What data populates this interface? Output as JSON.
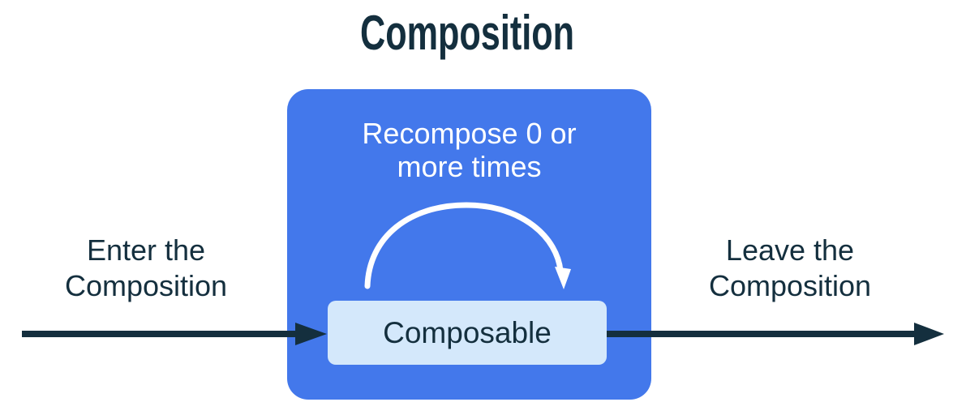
{
  "title": "Composition",
  "labels": {
    "enter": "Enter the\nComposition",
    "leave": "Leave the\nComposition",
    "recompose": "Recompose 0 or\nmore times",
    "composable": "Composable"
  },
  "icons": {
    "enter_arrow": "right-arrow",
    "exit_arrow": "right-arrow",
    "recompose_arrow": "curved-loop-arrow"
  },
  "colors": {
    "ink": "#142F3E",
    "accent": "#4378EB",
    "panel": "#D4E8FB",
    "arc": "#FFFFFF",
    "background": "#FFFFFF"
  }
}
